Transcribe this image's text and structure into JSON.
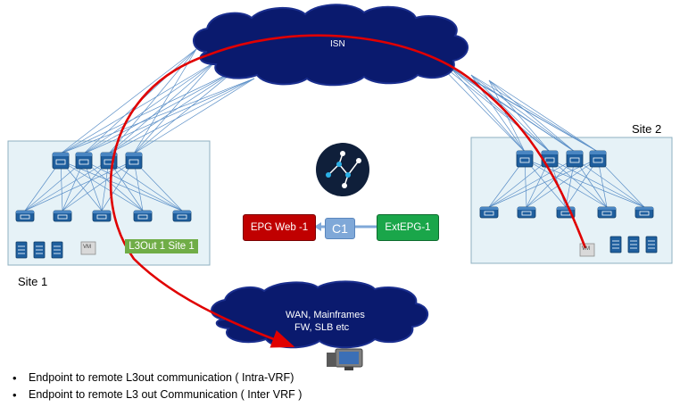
{
  "clouds": {
    "isn": "ISN",
    "wan_line1": "WAN, Mainframes",
    "wan_line2": "FW, SLB etc"
  },
  "sites": {
    "site1": "Site 1",
    "site2": "Site 2"
  },
  "policy": {
    "epg": "EPG Web -1",
    "contract": "C1",
    "ext_epg": "ExtEPG-1"
  },
  "l3out_label": "L3Out 1 Site 1",
  "vm_label": "VM",
  "bullets": [
    "Endpoint to remote L3out communication ( Intra-VRF)",
    "Endpoint to remote L3 out Communication ( Inter VRF )"
  ],
  "colors": {
    "cloud": "#0a1a6e",
    "cloud_edge": "#1a2e8e",
    "site_fill": "#e6f2f7",
    "site_border": "#8fb0c0",
    "link": "#5b8fc7",
    "path": "#e00000",
    "epg": "#c00000",
    "ext_epg": "#1aa64a",
    "contract": "#7fa8d8",
    "l3out": "#70ad47",
    "switch": "#1f5f9e"
  },
  "icons": [
    "network-cloud-icon",
    "spine-switch-icon",
    "leaf-switch-icon",
    "server-icon",
    "vm-icon",
    "orchestrator-logo-icon",
    "monitor-icon"
  ]
}
